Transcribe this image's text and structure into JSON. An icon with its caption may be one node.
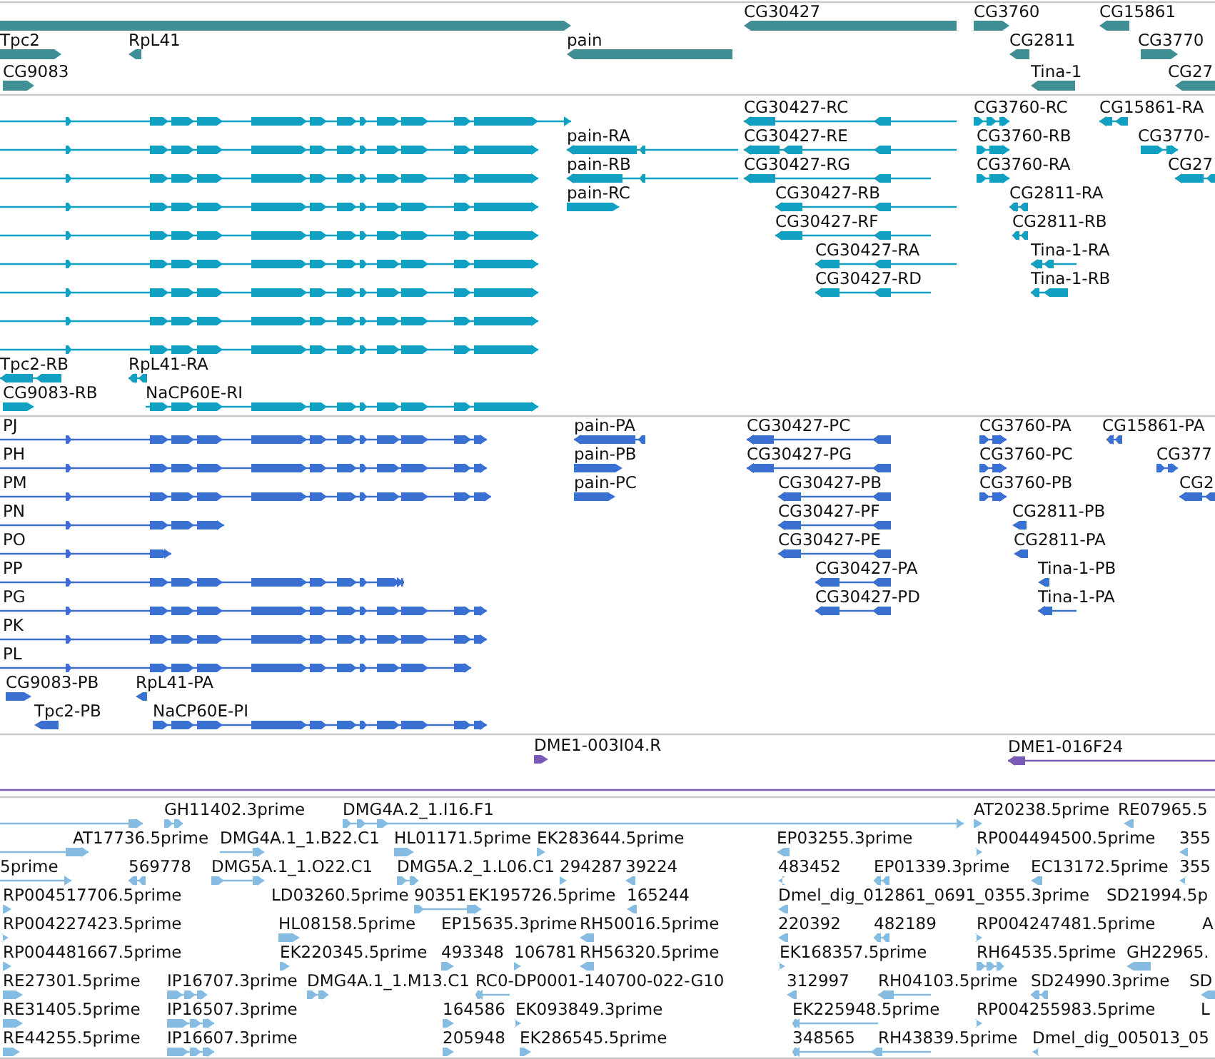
{
  "diagram": {
    "labels": [
      "CG30427",
      "CG3760",
      "CG15861",
      "Tpc2",
      "RpL41",
      "pain",
      "CG2811",
      "CG3770",
      "CG9083",
      "Tina-1",
      "CG27",
      "CG30427-RC",
      "CG3760-RC",
      "CG15861-RA",
      "pain-RA",
      "CG30427-RE",
      "CG3760-RB",
      "CG3770-",
      "pain-RB",
      "CG30427-RG",
      "CG3760-RA",
      "CG27",
      "pain-RC",
      "CG30427-RB",
      "CG2811-RA",
      "CG30427-RF",
      "CG2811-RB",
      "CG30427-RA",
      "Tina-1-RA",
      "CG30427-RD",
      "Tina-1-RB",
      "Tpc2-RB",
      "RpL41-RA",
      "CG9083-RB",
      "NaCP60E-RI",
      "PJ",
      "pain-PA",
      "CG30427-PC",
      "CG3760-PA",
      "CG15861-PA",
      "PH",
      "pain-PB",
      "CG30427-PG",
      "CG3760-PC",
      "CG377",
      "PM",
      "pain-PC",
      "CG30427-PB",
      "CG3760-PB",
      "CG2",
      "PN",
      "CG30427-PF",
      "CG2811-PB",
      "PO",
      "CG30427-PE",
      "CG2811-PA",
      "PP",
      "CG30427-PA",
      "Tina-1-PB",
      "PG",
      "CG30427-PD",
      "Tina-1-PA",
      "PK",
      "PL",
      "CG9083-PB",
      "RpL41-PA",
      "Tpc2-PB",
      "NaCP60E-PI",
      "DME1-003I04.R",
      "DME1-016F24",
      "GH11402.3prime",
      "DMG4A.2_1.I16.F1",
      "AT20238.5prime",
      "RE07965.5",
      "AT17736.5prime",
      "DMG4A.1_1.B22.C1",
      "HL01171.5prime",
      "EK283644.5prime",
      "EP03255.3prime",
      "RP004494500.5prime",
      "355",
      "5prime",
      "569778",
      "DMG5A.1_1.O22.C1",
      "DMG5A.2_1.L06.C1",
      "294287",
      "39224",
      "483452",
      "EP01339.3prime",
      "EC13172.5prime",
      "355",
      "RP004517706.5prime",
      "LD03260.5prime",
      "90351",
      "EK195726.5prime",
      "165244",
      "Dmel_dig_012861_0691_0355.3prime",
      "SD21994.5p",
      "RP004227423.5prime",
      "HL08158.5prime",
      "EP15635.3prime",
      "RH50016.5prime",
      "220392",
      "482189",
      "RP004247481.5prime",
      "A",
      "RP004481667.5prime",
      "EK220345.5prime",
      "493348",
      "106781",
      "RH56320.5prime",
      "EK168357.5prime",
      "RH64535.5prime",
      "GH22965.",
      "RE27301.5prime",
      "IP16707.3prime",
      "DMG4A.1_1.M13.C1",
      "RC0-DP0001-140700-022-G10",
      "312997",
      "RH04103.5prime",
      "SD24990.3prime",
      "SD",
      "RE31405.5prime",
      "IP16507.3prime",
      "164586",
      "EK093849.3prime",
      "EK225948.5prime",
      "RP004255983.5prime",
      "L",
      "RE44255.5prime",
      "IP16607.3prime",
      "205948",
      "EK286545.5prime",
      "348565",
      "RH43839.5prime",
      "Dmel_dig_005013_05"
    ]
  }
}
